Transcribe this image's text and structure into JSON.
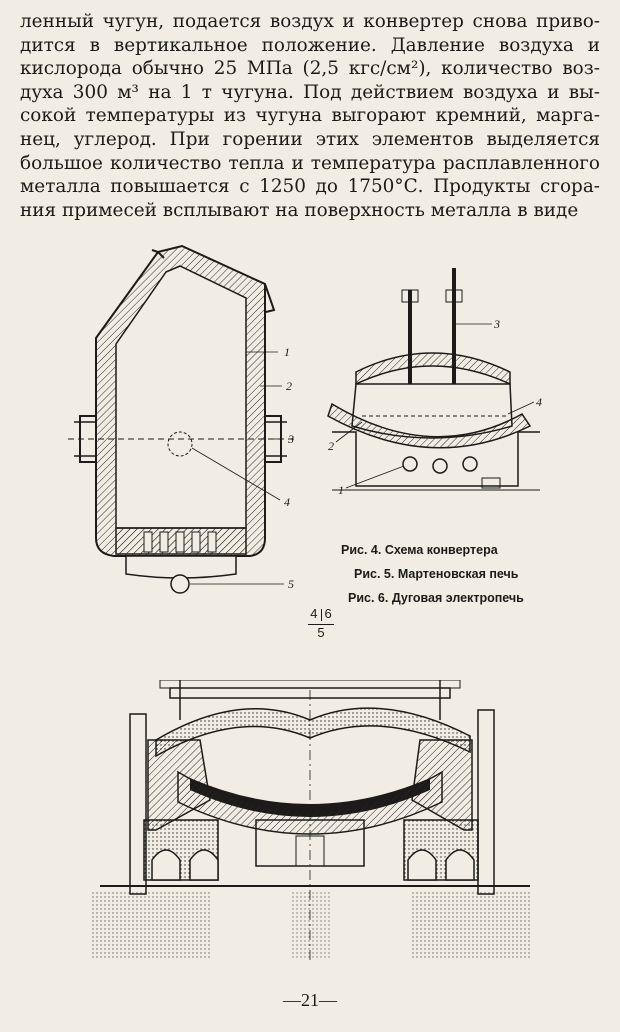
{
  "body_text": {
    "lines": [
      "ленный чугун, подается воздух и конвертер снова приво-",
      "дится в вертикальное положение.  Давление  воздуха и",
      "кислорода обычно 25 МПа (2,5 кгс/см²), количество воз-",
      "духа 300 м³ на 1 т чугуна. Под действием воздуха и вы-",
      "сокой температуры из чугуна выгорают кремний, марга-",
      "нец, углерод.  При горении этих элементов выделяется",
      "большое количество тепла и температура расплавленного",
      "металла повышается с 1250 до 1750°С. Продукты сгора-",
      "ния примесей всплывают на поверхность металла в виде"
    ]
  },
  "figures": {
    "converter": {
      "callouts": [
        "1",
        "2",
        "3",
        "4",
        "5"
      ]
    },
    "open_hearth": {
      "callouts": [
        "3",
        "4",
        "2",
        "1"
      ]
    }
  },
  "captions": [
    "Рис. 4. Схема конвертера",
    "Рис. 5. Мартеновская печь",
    "Рис. 6. Дуговая электропечь"
  ],
  "layout_key": {
    "top_left": "4",
    "top_right": "6",
    "bottom": "5"
  },
  "page_number": "—21—"
}
